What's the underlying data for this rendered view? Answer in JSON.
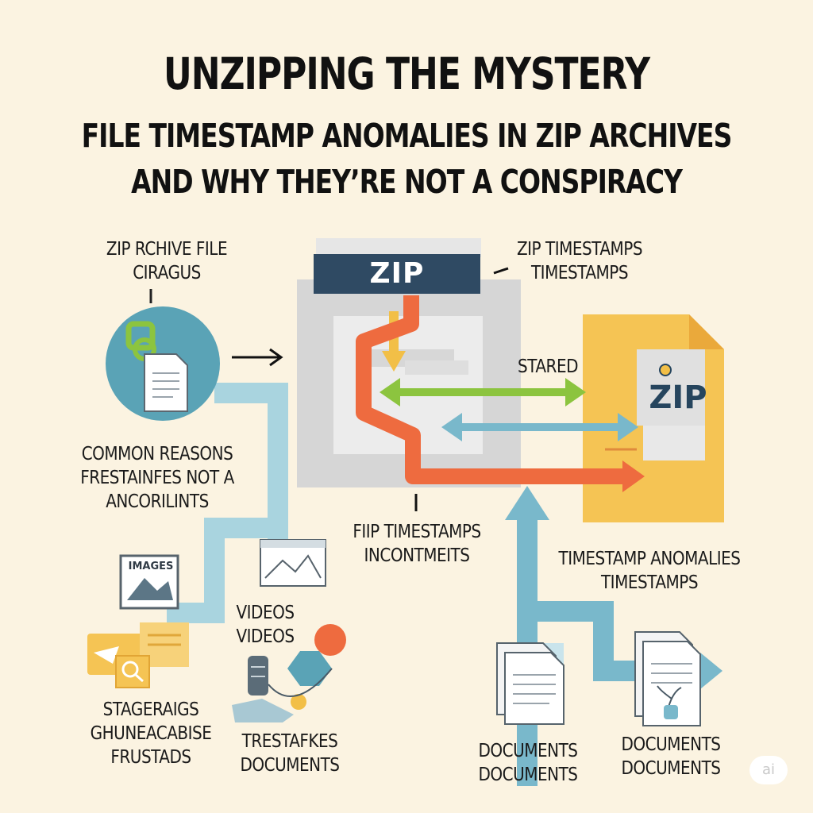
{
  "title": {
    "line1": "UNZIPPING THE MYSTERY",
    "line2": "FILE TIMESTAMP ANOMALIES IN ZIP ARCHIVES",
    "line3": "AND WHY THEY’RE NOT A CONSPIRACY"
  },
  "center": {
    "zip_label": "ZIP"
  },
  "right_doc": {
    "zip_label": "ZIP"
  },
  "labels": {
    "zip_archive": [
      "ZIP  RCHIVE FILE",
      "CIRAGUS"
    ],
    "zip_timestamps": [
      "ZIP TIMESTAMPS",
      "TIMESTAMPS"
    ],
    "stared": "STARED",
    "common_reasons": [
      "COMMON REASONS",
      "FRESTAINFES NOT A",
      "ANCORILINTS"
    ],
    "fiip_timestamps": [
      "FIIP TIMESTAMPS",
      "INCONTMEITS"
    ],
    "timestamp_anomalies": [
      "TIMESTAMP ANOMALIES",
      "TIMESTAMPS"
    ],
    "images": "IMAGES",
    "videos": [
      "VIDEOS",
      "VIDEOS"
    ],
    "stageraigs": [
      "STAGERAIGS",
      "GHUNEACABISE",
      "FRUSTADS"
    ],
    "trestafkes": [
      "TRESTAFKES",
      "DOCUMENTS"
    ],
    "documents_left": [
      "DOCUMENTS",
      "DOCUMENTS"
    ],
    "documents_right": [
      "DOCUMENTS",
      "DOCUMENTS"
    ]
  },
  "badge": "ai",
  "colors": {
    "background": "#fbf3e1",
    "zip_header": "#2f4a63",
    "teal": "#6fb3c8",
    "orange": "#ee6b3f",
    "green": "#8cc43f",
    "folder_yellow": "#f5c454",
    "panel_gray": "#d9d9d9"
  }
}
